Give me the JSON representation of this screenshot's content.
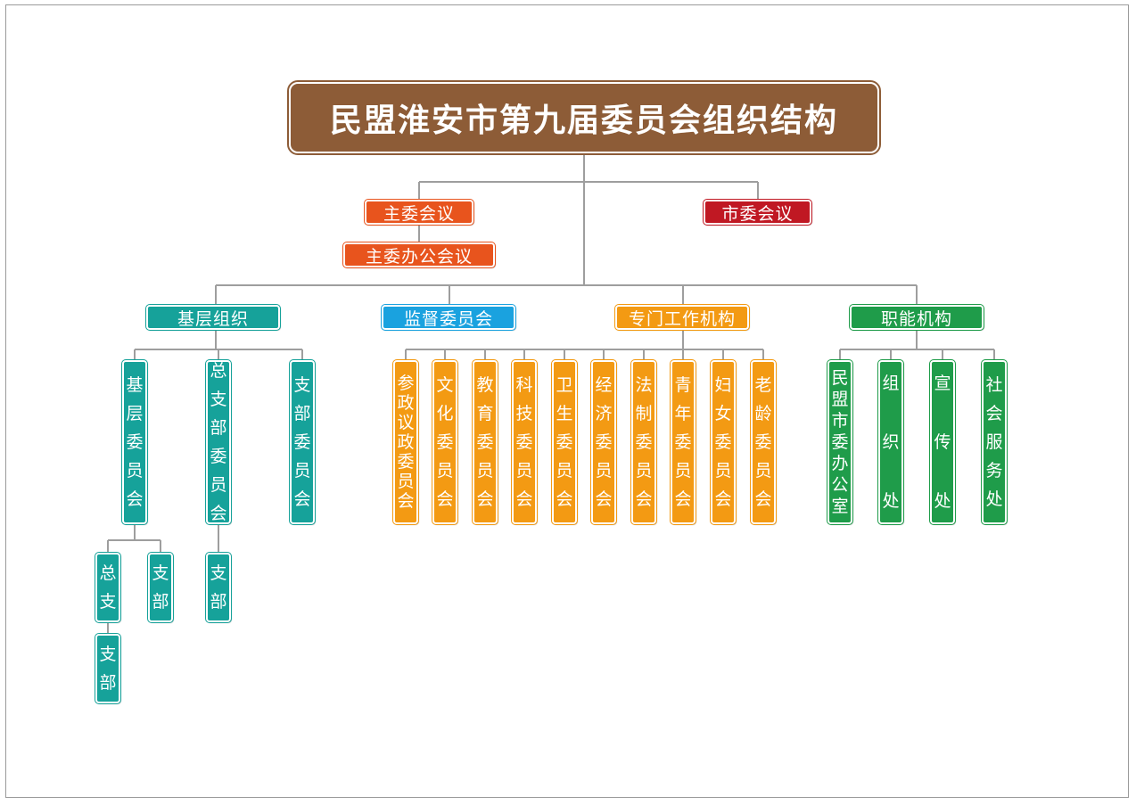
{
  "title": "民盟淮安市第九届委员会组织结构",
  "meetings": {
    "zhuwei": "主委会议",
    "zhuwei_office": "主委办公会议",
    "shiwei": "市委会议"
  },
  "departments": {
    "jiceng": "基层组织",
    "jiandu": "监督委员会",
    "zhuanmen": "专门工作机构",
    "zhineng": "职能机构"
  },
  "jiceng_units": [
    {
      "label": "基层委员会"
    },
    {
      "label": "总支部委员会"
    },
    {
      "label": "支部委员会"
    }
  ],
  "jiceng_sub": {
    "zongzhi": "总支",
    "zhibu_a": "支部",
    "zhibu_b": "支部",
    "zhibu_c": "支部"
  },
  "zhuanmen_units": [
    {
      "label": "参政议政委员会"
    },
    {
      "label": "文化委员会"
    },
    {
      "label": "教育委员会"
    },
    {
      "label": "科技委员会"
    },
    {
      "label": "卫生委员会"
    },
    {
      "label": "经济委员会"
    },
    {
      "label": "法制委员会"
    },
    {
      "label": "青年委员会"
    },
    {
      "label": "妇女委员会"
    },
    {
      "label": "老龄委员会"
    }
  ],
  "zhineng_units": [
    {
      "label": "民盟市委办公室"
    },
    {
      "label": "组织处"
    },
    {
      "label": "宣传处"
    },
    {
      "label": "社会服务处"
    }
  ],
  "colors": {
    "title": "#8d5c37",
    "meeting": "#e8541d",
    "city_meeting": "#c01823",
    "grassroots": "#16a29a",
    "supervision": "#1aa2df",
    "special": "#f39a13",
    "functional": "#1f9c4a",
    "connector": "#9e9e9e"
  }
}
